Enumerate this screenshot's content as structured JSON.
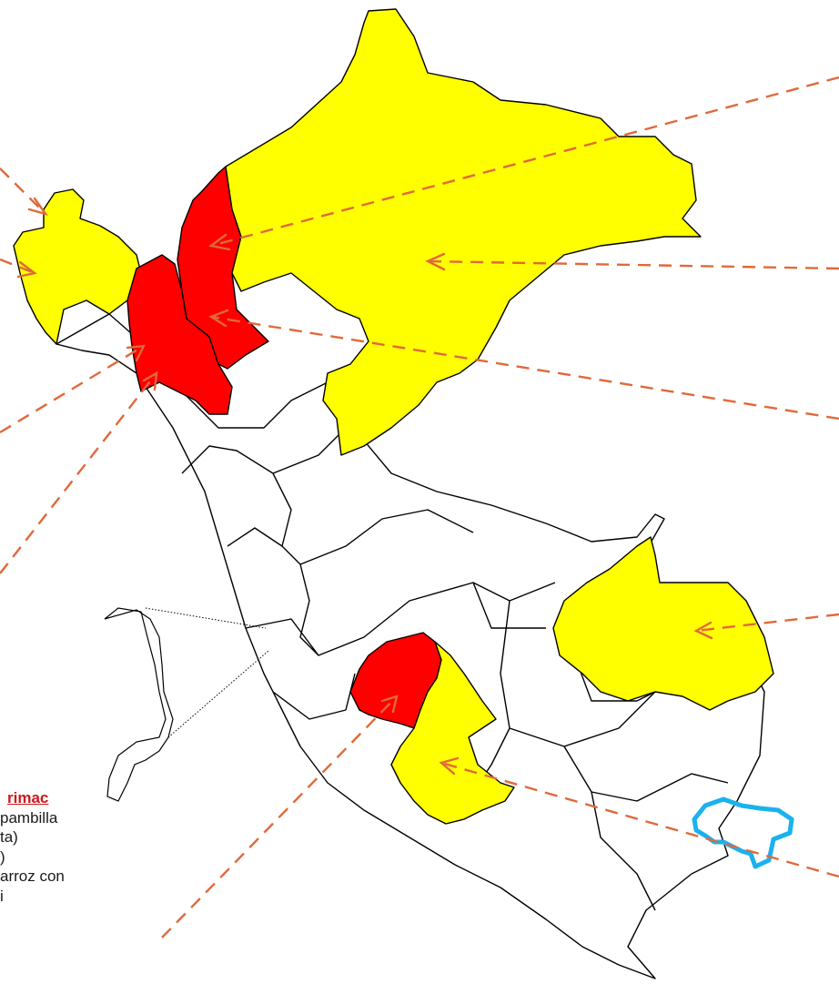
{
  "legend": {
    "title": "rimac",
    "lines": [
      "pambilla",
      "ta)",
      ")",
      "arroz con",
      "i"
    ]
  },
  "colors": {
    "highlight_yellow": "#ffff00",
    "highlight_red": "#ff0000",
    "default_region": "#ffffff",
    "outline": "#000000",
    "arrow": "#e0693a",
    "lake_outline": "#1ab2ee"
  },
  "icons": [
    "dashed-arrow-icon",
    "lake-titicaca-icon"
  ]
}
